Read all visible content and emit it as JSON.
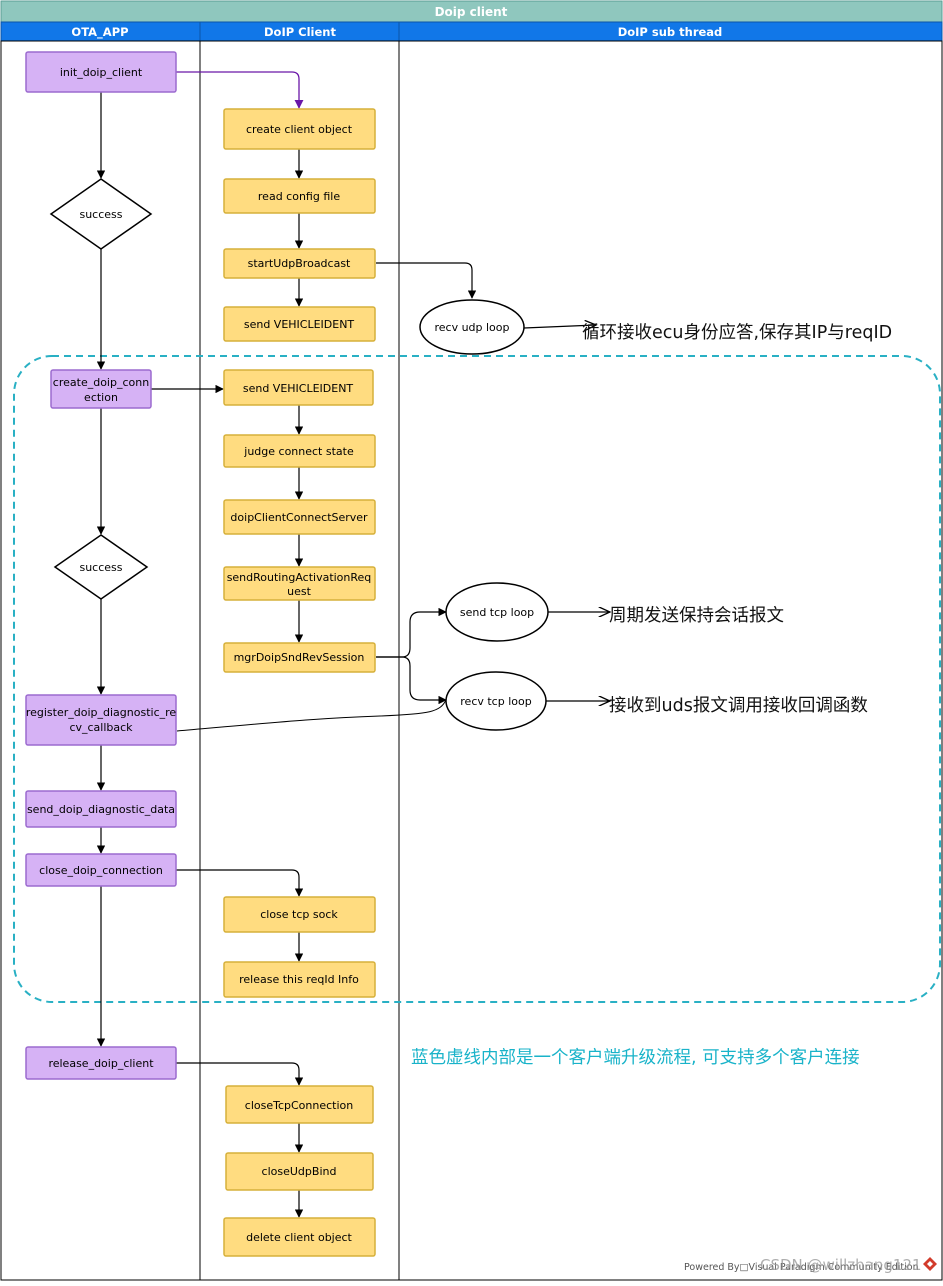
{
  "title": "Doip client",
  "lanes": [
    "OTA_APP",
    "DoIP Client",
    "DoIP sub thread"
  ],
  "colors": {
    "header_bg": "#8fc7be",
    "lane_header_bg": "#1177e8",
    "purple_fill": "#d6b2f5",
    "purple_stroke": "#9c6bcf",
    "orange_fill": "#ffdc80",
    "orange_stroke": "#d6b03a",
    "dashed_region": "#29b0c4",
    "purple_edge": "#6a17a8",
    "note_teal": "#19b3c9"
  },
  "ota_app": {
    "init": "init_doip_client",
    "success1": "success",
    "create": "create_doip_connection",
    "success2": "success",
    "register": "register_doip_diagnostic_recv_callback",
    "send": "send_doip_diagnostic_data",
    "close": "close_doip_connection",
    "release": "release_doip_client"
  },
  "doip_client": {
    "create_obj": "create client object",
    "read_config": "read config file",
    "start_udp": "startUdpBroadcast",
    "send_vi_1": "send VEHICLEIDENT",
    "send_vi_2": "send VEHICLEIDENT",
    "judge": "judge connect state",
    "connect_server": "doipClientConnectServer",
    "routing": "sendRoutingActivationRequest",
    "mgr": "mgrDoipSndRevSession",
    "close_tcp_sock": "close tcp sock",
    "release_reqid": "release this reqId Info",
    "close_tcp_conn": "closeTcpConnection",
    "close_udp": "closeUdpBind",
    "delete_obj": "delete client object"
  },
  "sub_thread": {
    "recv_udp": "recv udp loop",
    "send_tcp": "send tcp loop",
    "recv_tcp": "recv tcp loop"
  },
  "notes": {
    "udp_note": "循环接收ecu身份应答,保存其IP与reqID",
    "send_tcp_note": "周期发送保持会话报文",
    "recv_tcp_note": "接收到uds报文调用接收回调函数",
    "blue_note": "蓝色虚线内部是一个客户端升级流程, 可支持多个客户连接"
  },
  "footer": {
    "powered": "Powered By□Visual Paradigm Community Edition",
    "watermark": "CSDN @willzhang121"
  }
}
